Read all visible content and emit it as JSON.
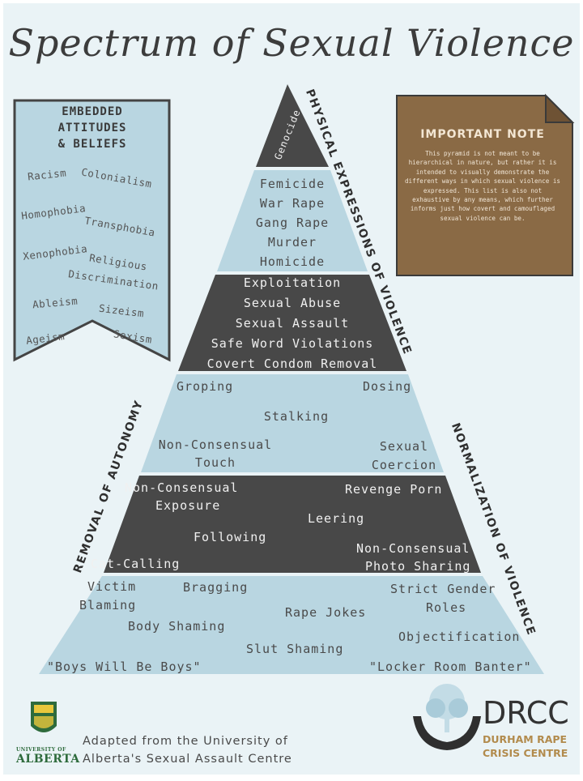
{
  "title": "Spectrum of Sexual Violence",
  "banner": {
    "title_lines": [
      "EMBEDDED",
      "ATTITUDES",
      "& BELIEFS"
    ],
    "items": [
      "Racism",
      "Colonialism",
      "Homophobia",
      "Transphobia",
      "Xenophobia",
      "Religious",
      "Discrimination",
      "Ableism",
      "Sizeism",
      "Ageism",
      "Sexism"
    ]
  },
  "note": {
    "title": "IMPORTANT NOTE",
    "body": "This pyramid is not meant to be hierarchical in nature, but rather it is intended to visually demonstrate the different ways in which sexual violence is expressed. This list is also not exhaustive by any means, which further informs just how covert and camouflaged sexual violence can be."
  },
  "side_labels": {
    "physical": "PHYSICAL EXPRESSIONS OF VIOLENCE",
    "normalization": "NORMALIZATION OF VIOLENCE",
    "autonomy": "REMOVAL OF AUTONOMY"
  },
  "pyramid": {
    "apex": "Genocide",
    "tier2": [
      "Femicide",
      "War Rape",
      "Gang Rape",
      "Murder",
      "Homicide"
    ],
    "tier3": [
      "Exploitation",
      "Sexual Abuse",
      "Sexual Assault",
      "Safe Word Violations",
      "Covert Condom Removal"
    ],
    "tier4": [
      "Groping",
      "Dosing",
      "Stalking",
      "Non-Consensual",
      "Touch",
      "Sexual",
      "Coercion"
    ],
    "tier5": [
      "Non-Consensual",
      "Exposure",
      "Revenge Porn",
      "Leering",
      "Following",
      "Non-Consensual",
      "Photo Sharing",
      "Cat-Calling"
    ],
    "tier6": [
      "Victim",
      "Blaming",
      "Bragging",
      "Strict Gender",
      "Roles",
      "Rape Jokes",
      "Body Shaming",
      "Objectification",
      "Slut Shaming",
      "\"Boys Will Be Boys\"",
      "\"Locker Room Banter\""
    ]
  },
  "credit": [
    "Adapted from the University of",
    "Alberta's Sexual Assault Centre"
  ],
  "logos": {
    "ualberta_small": "UNIVERSITY OF",
    "ualberta_big": "ALBERTA",
    "drcc": "DRCC",
    "drcc_sub": [
      "DURHAM RAPE",
      "CRISIS CENTRE"
    ]
  },
  "colors": {
    "background": "#eaf3f6",
    "dark_tier": "#484848",
    "light_tier": "#b9d6e1",
    "note_box": "#8a6a45",
    "accent_gold": "#b28b4d"
  }
}
